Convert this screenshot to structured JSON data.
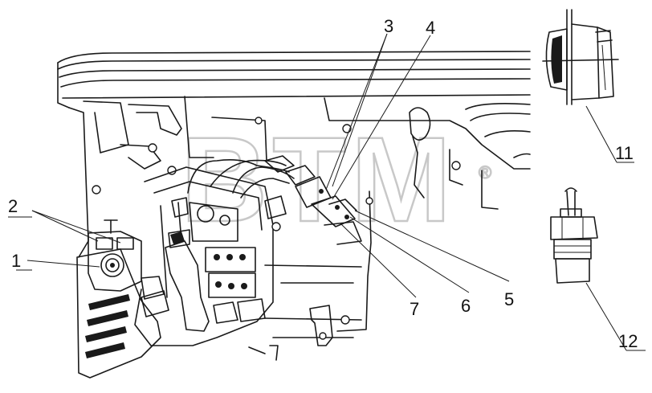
{
  "watermark": {
    "text": "BTM",
    "mark": "®"
  },
  "callouts": [
    {
      "id": "1",
      "text": "1"
    },
    {
      "id": "2",
      "text": "2"
    },
    {
      "id": "3",
      "text": "3"
    },
    {
      "id": "4",
      "text": "4"
    },
    {
      "id": "5",
      "text": "5"
    },
    {
      "id": "6",
      "text": "6"
    },
    {
      "id": "7",
      "text": "7"
    },
    {
      "id": "11",
      "text": "11"
    },
    {
      "id": "12",
      "text": "12"
    }
  ]
}
